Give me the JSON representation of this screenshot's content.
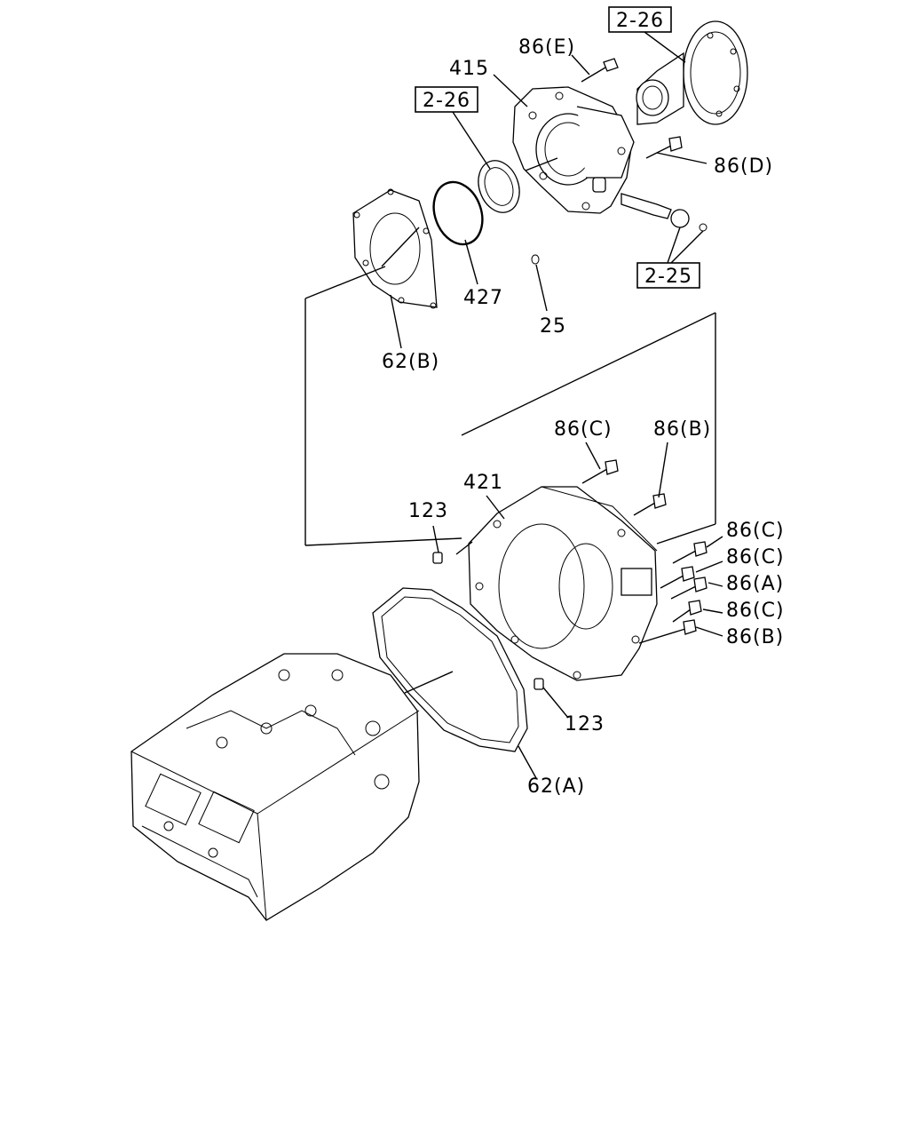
{
  "labels": {
    "ref_2_26_top": "2-26",
    "ref_2_26_mid": "2-26",
    "ref_2_25": "2-25",
    "p86E": "86(E)",
    "p415": "415",
    "p86D": "86(D)",
    "p427": "427",
    "p25": "25",
    "p62B": "62(B)",
    "p86C_a": "86(C)",
    "p86B_a": "86(B)",
    "p421": "421",
    "p123_a": "123",
    "p86C_b": "86(C)",
    "p86C_c": "86(C)",
    "p86A": "86(A)",
    "p86C_d": "86(C)",
    "p86B_b": "86(B)",
    "p123_b": "123",
    "p62A": "62(A)"
  }
}
